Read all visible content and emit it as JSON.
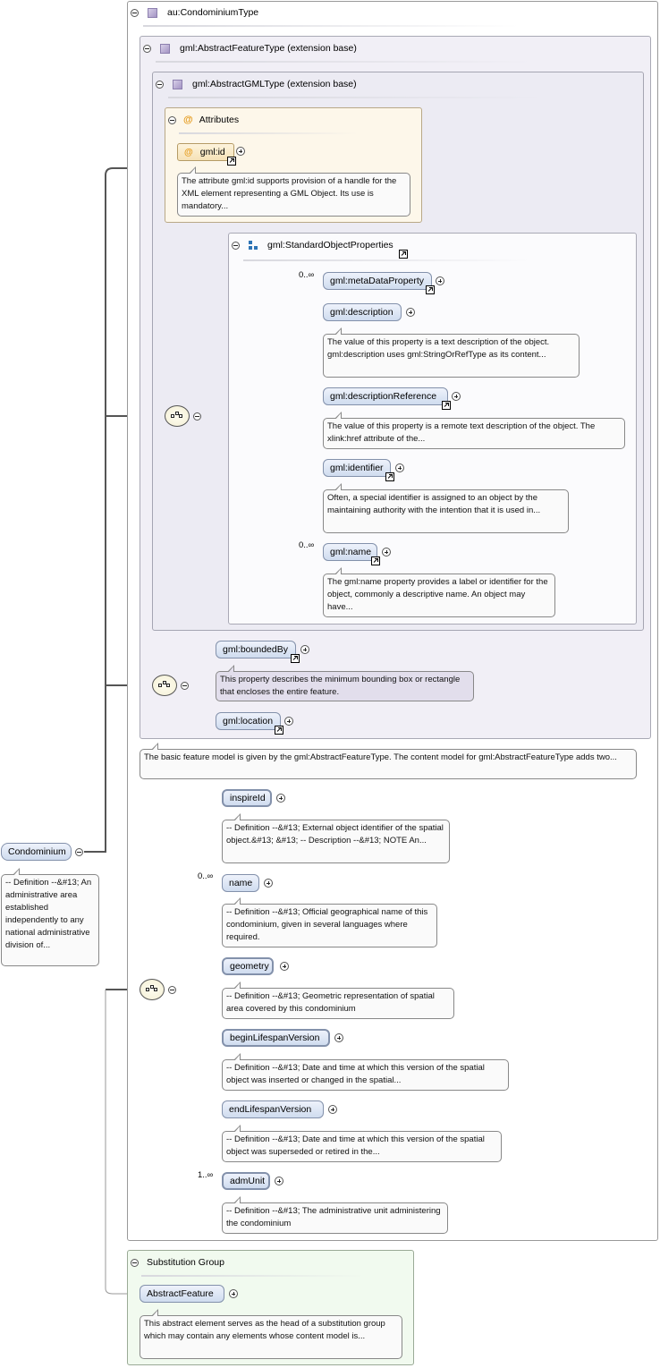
{
  "root_element": {
    "name": "Condominium",
    "doc": "-- Definition --&#13; An administrative area established independently to any national administrative division of..."
  },
  "type_box": {
    "title": "au:CondominiumType"
  },
  "feature_box": {
    "title": "gml:AbstractFeatureType (extension base)",
    "doc": "The basic feature model is given by the gml:AbstractFeatureType. The content model for gml:AbstractFeatureType adds two..."
  },
  "gml_box": {
    "title": "gml:AbstractGMLType (extension base)"
  },
  "attributes_box": {
    "title": "Attributes",
    "attr_icon": "@",
    "gml_id": {
      "name": "gml:id",
      "doc": "The attribute gml:id supports provision of a handle for the XML element representing a GML Object. Its use is mandatory..."
    }
  },
  "std_props": {
    "title": "gml:StandardObjectProperties",
    "elements": [
      {
        "name": "gml:metaDataProperty",
        "card": "0..∞",
        "doc": ""
      },
      {
        "name": "gml:description",
        "card": "",
        "doc": "The value of this property is a text description of the object. gml:description uses gml:StringOrRefType as its content..."
      },
      {
        "name": "gml:descriptionReference",
        "card": "",
        "doc": "The value of this property is a remote text description of the object. The xlink:href attribute of the..."
      },
      {
        "name": "gml:identifier",
        "card": "",
        "doc": "Often, a special identifier is assigned to an object by the maintaining authority with the intention that it is used in..."
      },
      {
        "name": "gml:name",
        "card": "0..∞",
        "doc": "The gml:name property provides a label or identifier for the object, commonly a descriptive name. An object may have..."
      }
    ]
  },
  "feature_elements": [
    {
      "name": "gml:boundedBy",
      "doc": "This property describes the minimum bounding box or rectangle that encloses the entire feature."
    },
    {
      "name": "gml:location",
      "doc": ""
    }
  ],
  "own_elements": [
    {
      "name": "inspireId",
      "card": "",
      "doc": "-- Definition --&#13; External object identifier of the spatial object.&#13; &#13; -- Description --&#13; NOTE An..."
    },
    {
      "name": "name",
      "card": "0..∞",
      "doc": "-- Definition --&#13; Official geographical name of this condominium, given in several languages where required."
    },
    {
      "name": "geometry",
      "card": "",
      "doc": "-- Definition --&#13; Geometric representation of spatial area covered by this condominium"
    },
    {
      "name": "beginLifespanVersion",
      "card": "",
      "doc": "-- Definition --&#13; Date and time at which this version of the spatial object was inserted or changed in the spatial..."
    },
    {
      "name": "endLifespanVersion",
      "card": "",
      "doc": "-- Definition --&#13; Date and time at which this version of the spatial object was superseded or retired in the..."
    },
    {
      "name": "admUnit",
      "card": "1..∞",
      "doc": "-- Definition --&#13; The administrative unit administering the condominium"
    }
  ],
  "substitution": {
    "title": "Substitution Group",
    "element": "AbstractFeature",
    "doc": "This abstract element serves as the head of a substitution group which may contain any elements whose content model is..."
  },
  "colors": {
    "element_fill": "#cfdcef",
    "attributes_fill": "#fdf7ea",
    "substitution_fill": "#f1faef",
    "container_fill": "#ecebf3"
  },
  "icons": [
    "collapse-icon",
    "type-icon",
    "attribute-icon",
    "group-icon",
    "link-arrow-icon",
    "expand-icon",
    "sequence-icon"
  ]
}
